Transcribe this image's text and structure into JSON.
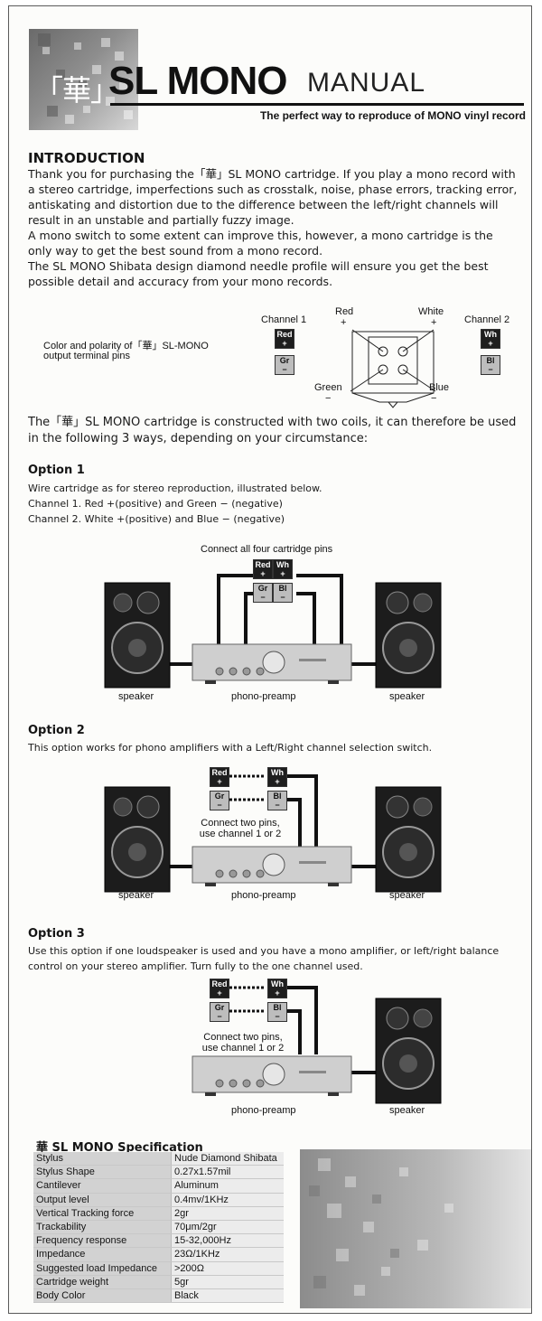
{
  "header": {
    "logo_mark": "「華」",
    "product": "SL MONO",
    "manual_word": "MANUAL",
    "tagline": "The perfect way to reproduce of MONO vinyl record"
  },
  "intro": {
    "heading": "INTRODUCTION",
    "p1": "Thank you for purchasing the「華」SL MONO cartridge. If you play a mono record with a stereo cartridge, imperfections such as crosstalk, noise, phase errors, tracking error, antiskating and distortion due to the difference between the left/right channels will result in an unstable and partially fuzzy image.",
    "p2": "A mono switch to some extent can improve this, however, a mono cartridge is the only way to get the best sound from a mono record.",
    "p3": "The SL MONO Shibata design diamond needle profile will ensure you get the best possible detail and accuracy from your mono records."
  },
  "terminals": {
    "caption_line1": "Color and polarity of「華」SL-MONO",
    "caption_line2": "output terminal pins",
    "channel1": "Channel 1",
    "channel2": "Channel 2",
    "red": "Red",
    "white": "White",
    "green": "Green",
    "blue": "Blue",
    "plus": "+",
    "minus": "−"
  },
  "pins": {
    "red": "Red",
    "wh": "Wh",
    "gr": "Gr",
    "bl": "Bl",
    "plus": "+",
    "minus": "−"
  },
  "usage_intro": "The「華」SL MONO cartridge is constructed with two coils, it can therefore be used in the following 3 ways, depending on your circumstance:",
  "option1": {
    "heading": "Option 1",
    "line1": "Wire cartridge as for stereo reproduction, illustrated below.",
    "line2": "Channel 1.  Red +(positive) and Green − (negative)",
    "line3": "Channel 2. White +(positive) and Blue − (negative)",
    "connect_label": "Connect all four cartridge pins",
    "speaker_left": "speaker",
    "preamp": "phono-preamp",
    "speaker_right": "speaker"
  },
  "option2": {
    "heading": "Option 2",
    "line1": "This option works for phono amplifiers with a Left/Right channel selection switch.",
    "connect_line1": "Connect two pins,",
    "connect_line2": "use channel 1 or 2",
    "speaker_left": "speaker",
    "preamp": "phono-preamp",
    "speaker_right": "speaker"
  },
  "option3": {
    "heading": "Option 3",
    "line1": "Use this option if one loudspeaker is used and you have a mono amplifier, or left/right balance control on your stereo amplifier. Turn fully to the one channel used.",
    "connect_line1": "Connect two pins,",
    "connect_line2": "use channel 1 or 2",
    "preamp": "phono-preamp",
    "speaker_right": "speaker"
  },
  "spec": {
    "title": "華 SL MONO Specification",
    "rows": [
      {
        "k": "Stylus",
        "v": "Nude Diamond Shibata"
      },
      {
        "k": "Stylus Shape",
        "v": "0.27x1.57mil"
      },
      {
        "k": "Cantilever",
        "v": "Aluminum"
      },
      {
        "k": "Output level",
        "v": "0.4mv/1KHz"
      },
      {
        "k": "Vertical Tracking force",
        "v": " 2gr"
      },
      {
        "k": "Trackability",
        "v": "70μm/2gr"
      },
      {
        "k": " Frequency response",
        "v": " 15-32,000Hz"
      },
      {
        "k": "Impedance",
        "v": "23Ω/1KHz"
      },
      {
        "k": "Suggested load  Impedance",
        "v": ">200Ω"
      },
      {
        "k": "Cartridge weight",
        "v": "5gr"
      },
      {
        "k": "Body Color",
        "v": "Black"
      }
    ]
  },
  "colors": {
    "pin_dark": "#1e1e1e",
    "pin_light": "#bdbdbd",
    "spec_key_bg": "#d2d2d2",
    "spec_val_bg": "#ececec"
  }
}
